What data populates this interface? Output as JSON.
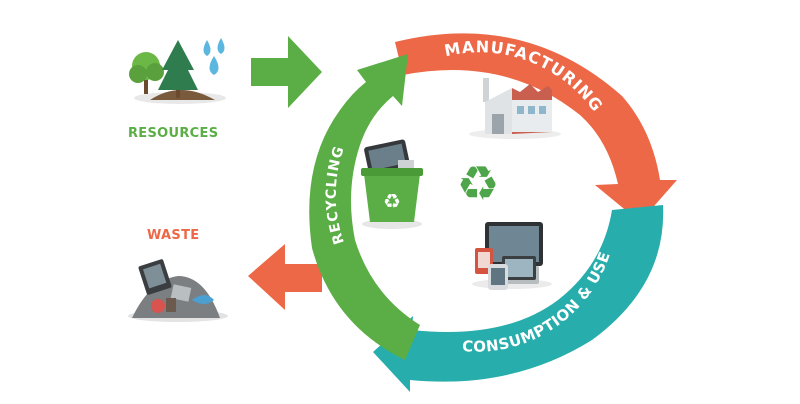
{
  "labels": {
    "resources": "RESOURCES",
    "waste": "WASTE",
    "manufacturing": "MANUFACTURING",
    "consumption": "CONSUMPTION & USE",
    "recycling": "RECYCLING"
  },
  "colors": {
    "green": "#5aae45",
    "orange": "#ec6847",
    "teal": "#27aeac",
    "recycle_symbol": "#4fa64a"
  },
  "icons": [
    "trees-icon",
    "water-drops-icon",
    "factory-icon",
    "devices-icon",
    "recycle-bin-icon",
    "recycle-symbol-icon",
    "garbage-pile-icon"
  ]
}
